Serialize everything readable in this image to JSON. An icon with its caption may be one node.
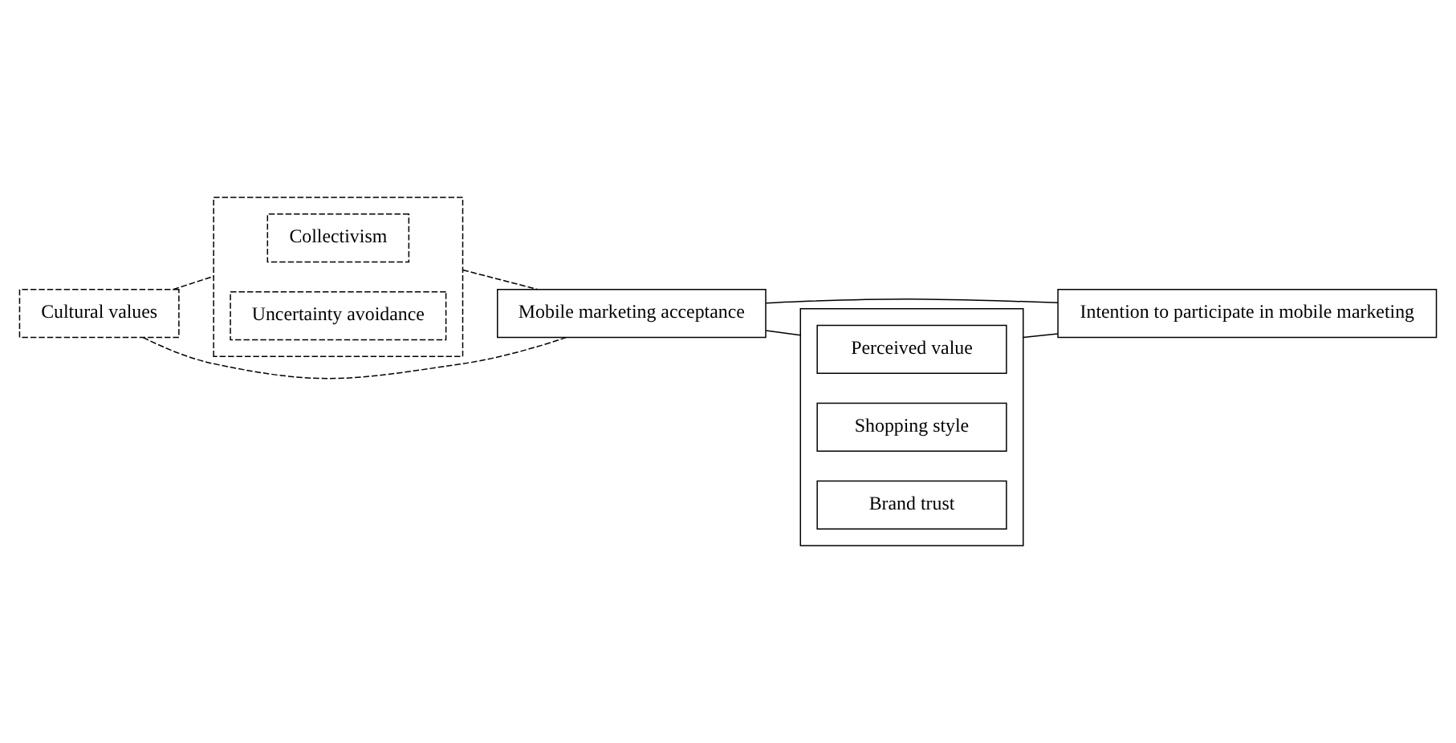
{
  "diagram": {
    "nodes": [
      {
        "text": [
          "Cultural values"
        ]
      },
      {
        "text": [],
        "shape": "box"
      },
      {
        "text": [
          "Collectivism"
        ],
        "in": 1
      },
      {
        "text": [
          "Uncertainty avoidance"
        ],
        "in": 1
      },
      {
        "text": [
          "Mobile marketing acceptance"
        ]
      },
      {
        "text": [
          "Intention to participate in mobile marketing"
        ]
      },
      {
        "text": [],
        "shape": "box"
      },
      {
        "text": [
          "Perceived value"
        ],
        "in": 6
      },
      {
        "text": [
          "Shopping style"
        ],
        "in": 6
      },
      {
        "text": [
          "Brand trust"
        ],
        "in": 6
      }
    ],
    "edges": [
      {
        "from": 0,
        "to": 4,
        "arrow": "none",
        "style": "dashed"
      },
      {
        "from": 0,
        "to": 1,
        "arrow": "none",
        "style": "dashed"
      },
      {
        "from": 1,
        "to": 4,
        "arrow": "none",
        "style": "dashed"
      },
      {
        "from": 4,
        "to": 5,
        "arrow": "none"
      },
      {
        "from": 4,
        "to": 6,
        "arrow": "none"
      },
      {
        "from": 6,
        "to": 5,
        "arrow": "none"
      }
    ]
  }
}
